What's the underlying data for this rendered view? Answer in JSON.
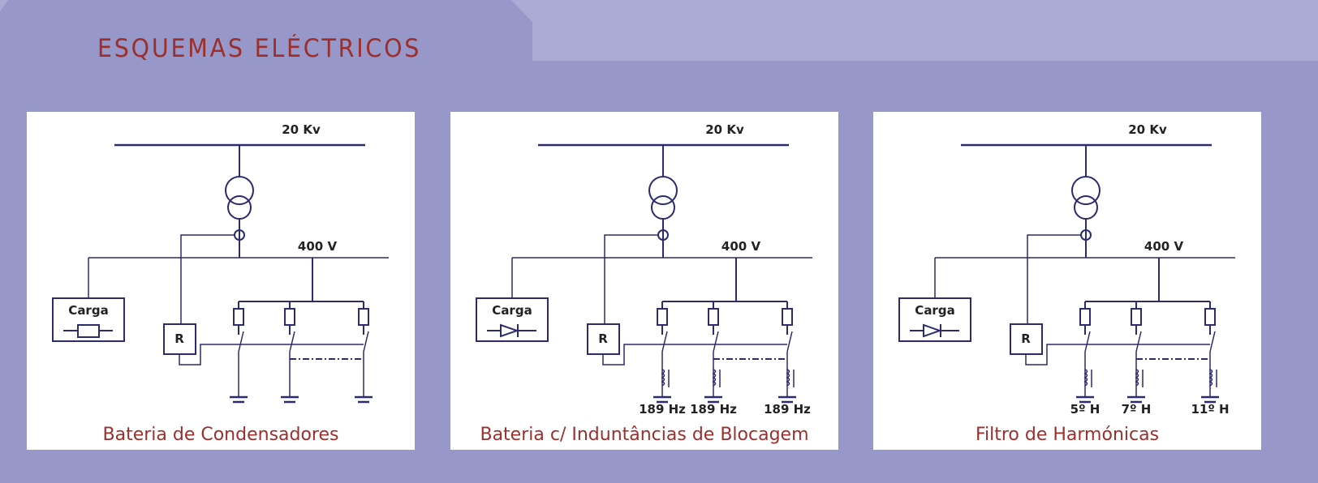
{
  "title": "ESQUEMAS ELÉCTRICOS",
  "colors": {
    "background": "#9797ca",
    "header_light": "#abacd6",
    "title": "#9b2f2c",
    "wire": "#2d2a6e"
  },
  "panels": [
    {
      "caption": "Bateria de Condensadores",
      "hv_label": "20 Kv",
      "lv_label": "400 V",
      "load_label": "Carga",
      "relay_label": "R",
      "load_symbol": "resistor-icon",
      "branch_type": "capacitor",
      "branch_labels": []
    },
    {
      "caption": "Bateria c/ Induntâncias de Blocagem",
      "hv_label": "20 Kv",
      "lv_label": "400 V",
      "load_label": "Carga",
      "relay_label": "R",
      "load_symbol": "diode-icon",
      "branch_type": "inductor",
      "branch_labels": [
        "189 Hz",
        "189 Hz",
        "189 Hz"
      ]
    },
    {
      "caption": "Filtro de Harmónicas",
      "hv_label": "20 Kv",
      "lv_label": "400 V",
      "load_label": "Carga",
      "relay_label": "R",
      "load_symbol": "diode-icon",
      "branch_type": "inductor",
      "branch_labels": [
        "5º H",
        "7º H",
        "11º H"
      ]
    }
  ]
}
